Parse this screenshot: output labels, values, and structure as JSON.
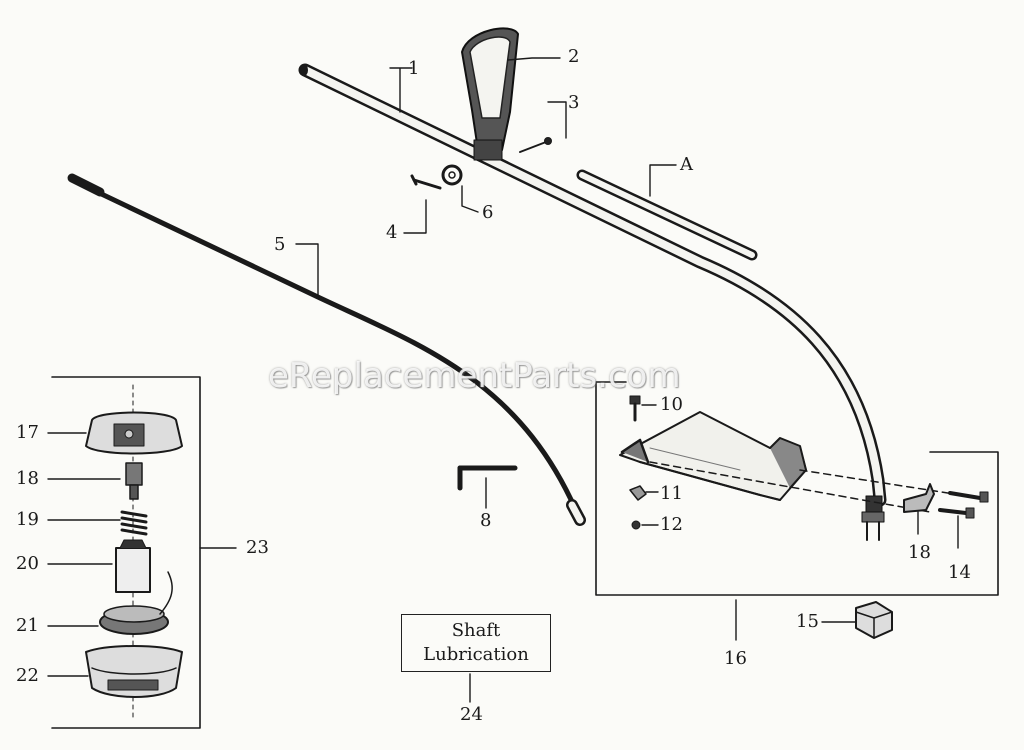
{
  "watermark": "eReplacementParts.com",
  "note_box": {
    "line1": "Shaft",
    "line2": "Lubrication"
  },
  "callouts": {
    "p1": "1",
    "p2": "2",
    "p3": "3",
    "p4": "4",
    "p5": "5",
    "p6": "6",
    "pA": "A",
    "p8": "8",
    "p10": "10",
    "p11": "11",
    "p12": "12",
    "p14": "14",
    "p15": "15",
    "p16": "16",
    "p17": "17",
    "p18a": "18",
    "p18b": "18",
    "p19": "19",
    "p20": "20",
    "p21": "21",
    "p22": "22",
    "p23": "23",
    "p24": "24"
  }
}
